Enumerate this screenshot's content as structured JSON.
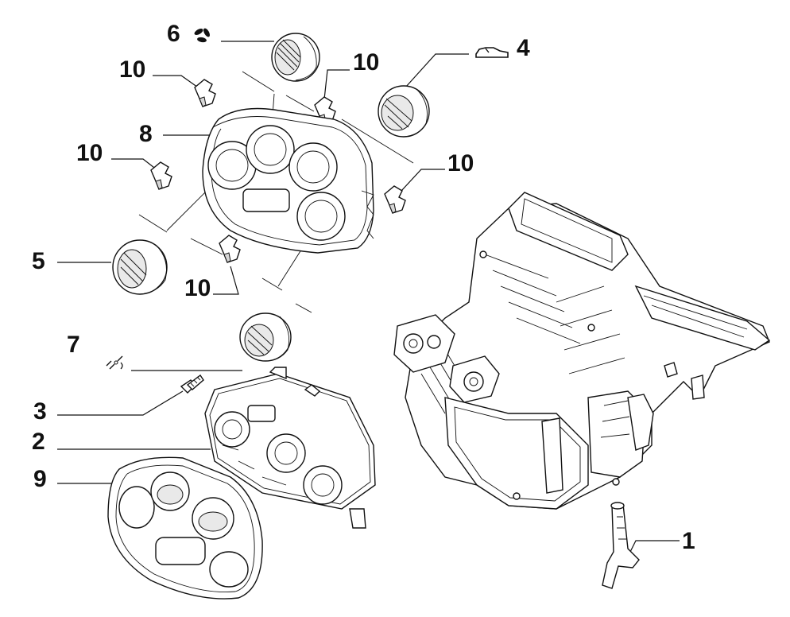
{
  "callouts": [
    {
      "id": "c1",
      "label": "1"
    },
    {
      "id": "c2",
      "label": "2"
    },
    {
      "id": "c3",
      "label": "3"
    },
    {
      "id": "c4",
      "label": "4"
    },
    {
      "id": "c5",
      "label": "5"
    },
    {
      "id": "c6",
      "label": "6"
    },
    {
      "id": "c7",
      "label": "7"
    },
    {
      "id": "c8",
      "label": "8"
    },
    {
      "id": "c9",
      "label": "9"
    },
    {
      "id": "c10a",
      "label": "10"
    },
    {
      "id": "c10b",
      "label": "10"
    },
    {
      "id": "c10c",
      "label": "10"
    },
    {
      "id": "c10d",
      "label": "10"
    },
    {
      "id": "c10e",
      "label": "10"
    }
  ],
  "icons": {
    "fan": "fan-icon",
    "car": "car-icon",
    "connector": "connector-icon"
  }
}
